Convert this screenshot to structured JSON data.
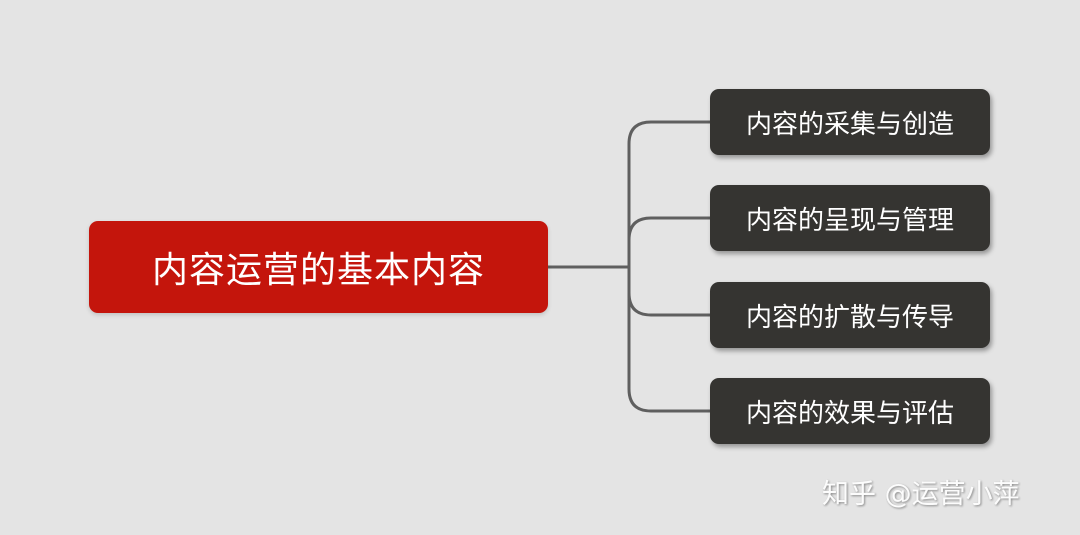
{
  "diagram": {
    "type": "mind-map",
    "root": {
      "label": "内容运营的基本内容",
      "color": "#c4150c"
    },
    "children": [
      {
        "label": "内容的采集与创造"
      },
      {
        "label": "内容的呈现与管理"
      },
      {
        "label": "内容的扩散与传导"
      },
      {
        "label": "内容的效果与评估"
      }
    ],
    "child_color": "#353431",
    "connector_color": "#5f5f5f",
    "background": "#e4e4e4"
  },
  "watermark": {
    "text": "知乎 @运营小萍"
  }
}
